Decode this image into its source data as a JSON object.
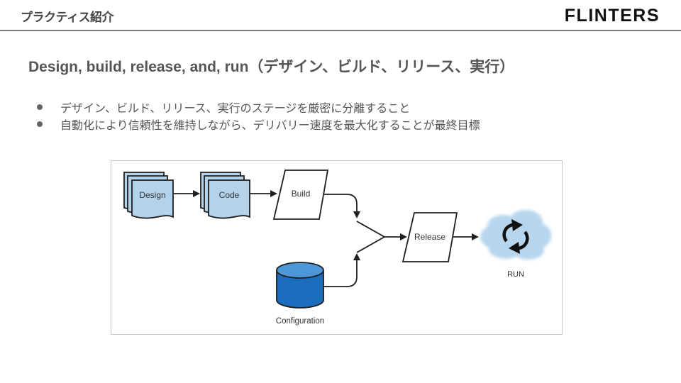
{
  "header": {
    "section_title": "プラクティス紹介",
    "logo_text": "FLINTERS"
  },
  "slide": {
    "title_en": "Design, build, release, and, run",
    "title_jp": "（デザイン、ビルド、リリース、実行）",
    "bullets": [
      "デザイン、ビルド、リリース、実行のステージを厳密に分離すること",
      "自動化により信頼性を維持しながら、デリバリー速度を最大化することが最終目標"
    ]
  },
  "diagram": {
    "nodes": {
      "design": {
        "label": "Design",
        "shape": "document-stack"
      },
      "code": {
        "label": "Code",
        "shape": "document-stack"
      },
      "build": {
        "label": "Build",
        "shape": "parallelogram"
      },
      "configuration": {
        "label": "Configuration",
        "shape": "cylinder"
      },
      "merge": {
        "label": "",
        "shape": "triangle"
      },
      "release": {
        "label": "Release",
        "shape": "parallelogram"
      },
      "run": {
        "label": "RUN",
        "shape": "cloud",
        "icon": "refresh-cycle-icon"
      }
    },
    "edges": [
      [
        "design",
        "code"
      ],
      [
        "code",
        "build"
      ],
      [
        "build",
        "merge"
      ],
      [
        "configuration",
        "merge"
      ],
      [
        "merge",
        "release"
      ],
      [
        "release",
        "run"
      ]
    ],
    "colors": {
      "document_fill": "#b4d3ea",
      "cylinder_fill": "#1a6ebd",
      "cylinder_top": "#4d97d6",
      "cloud_fill": "#b7d6ee",
      "stroke": "#1f1f1f"
    }
  }
}
